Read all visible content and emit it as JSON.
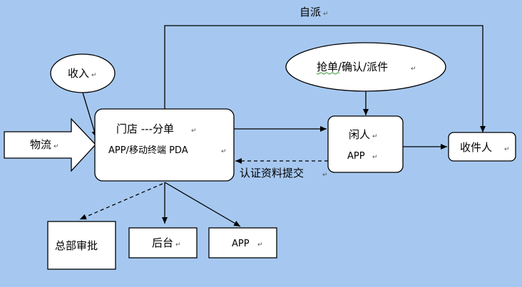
{
  "diagram": {
    "nodes": {
      "income": "收入",
      "store_line1": "门店 ---分单",
      "store_line2": "APP/移动终端 PDA",
      "logistics": "物流",
      "grab": "抢单/确认/派件",
      "idle_line1": "闲人",
      "idle_line2": "APP",
      "recipient": "收件人",
      "hq": "总部审批",
      "backend": "后台",
      "app": "APP"
    },
    "edge_labels": {
      "self_dispatch": "自派",
      "verify": "认证资料提交"
    },
    "paragraph_mark": "↵",
    "colors": {
      "background": "#a6c8f0",
      "node_fill": "#ffffff",
      "stroke": "#000000"
    }
  }
}
